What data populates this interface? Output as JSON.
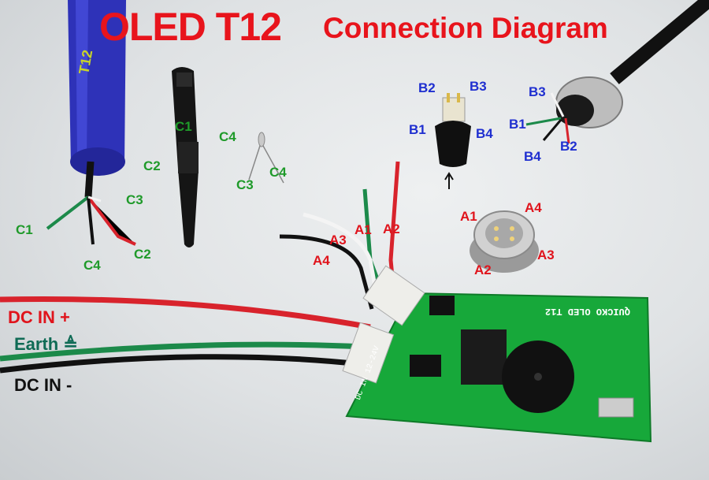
{
  "title": {
    "main": "OLED T12",
    "sub": "Connection Diagram"
  },
  "power_labels": {
    "dc_plus": "DC IN +",
    "earth": "Earth",
    "earth_symbol": "≜",
    "dc_minus": "DC IN -"
  },
  "handle_labels": {
    "c1_wire": "C1",
    "c3_wire": "C3",
    "c4_wire": "C4",
    "c2_wire": "C2",
    "c1_grip": "C1",
    "c4_grip": "C4",
    "c2_grip": "C2",
    "c3_sensor": "C3",
    "c4_sensor": "C4"
  },
  "plug_labels": {
    "b2": "B2",
    "b3": "B3",
    "b1": "B1",
    "b4": "B4"
  },
  "aviation_labels": {
    "b3": "B3",
    "b1": "B1",
    "b2": "B2",
    "b4": "B4"
  },
  "socket_labels": {
    "a1": "A1",
    "a4": "A4",
    "a3": "A3",
    "a2": "A2"
  },
  "wire_labels": {
    "a3": "A3",
    "a1": "A1",
    "a2": "A2",
    "a4": "A4"
  },
  "silkscreen": {
    "board_name": "QUICKO OLED T12",
    "dc_in": "DC IN 12-24V"
  },
  "colors": {
    "title_red": "#e8141c",
    "c_green": "#1f9a2a",
    "b_blue": "#1f2fd0",
    "a_red": "#e0141c",
    "earth_teal": "#0f6b55",
    "pcb_green": "#17a83a"
  }
}
